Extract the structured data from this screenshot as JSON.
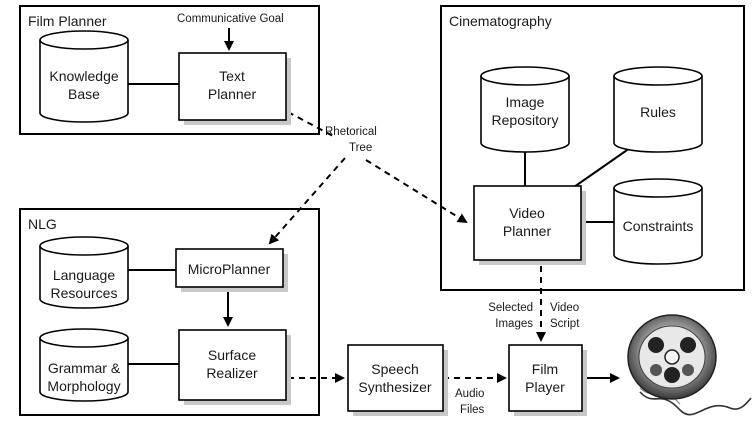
{
  "groups": {
    "film_planner": "Film Planner",
    "cinematography": "Cinematography",
    "nlg": "NLG"
  },
  "nodes": {
    "knowledge_base": [
      "Knowledge",
      "Base"
    ],
    "text_planner": [
      "Text",
      "Planner"
    ],
    "image_repository": [
      "Image",
      "Repository"
    ],
    "rules": [
      "Rules"
    ],
    "video_planner": [
      "Video",
      "Planner"
    ],
    "constraints": [
      "Constraints"
    ],
    "language_resources": [
      "Language",
      "Resources"
    ],
    "microplanner": [
      "MicroPlanner"
    ],
    "grammar_morphology": [
      "Grammar &",
      "Morphology"
    ],
    "surface_realizer": [
      "Surface",
      "Realizer"
    ],
    "speech_synthesizer": [
      "Speech",
      "Synthesizer"
    ],
    "film_player": [
      "Film",
      "Player"
    ]
  },
  "edge_labels": {
    "communicative_goal": "Communicative Goal",
    "rhetorical_tree": [
      "Rhetorical",
      "Tree"
    ],
    "selected_images": [
      "Selected",
      "Images"
    ],
    "video_script": [
      "Video",
      "Script"
    ],
    "audio_files": [
      "Audio",
      "Files"
    ]
  },
  "icons": {
    "film_reel": "film-reel-icon"
  }
}
